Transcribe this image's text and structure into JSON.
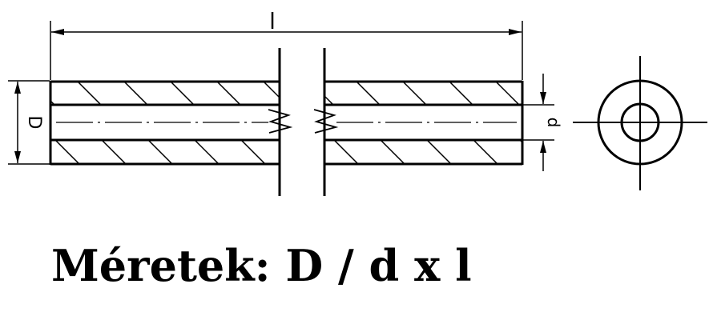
{
  "diagram": {
    "dimension_length_label": "l",
    "dimension_outer_diameter_label": "D",
    "dimension_inner_diameter_label": "d"
  },
  "caption": {
    "prefix": "Méretek:",
    "formula": "D / d x l"
  }
}
